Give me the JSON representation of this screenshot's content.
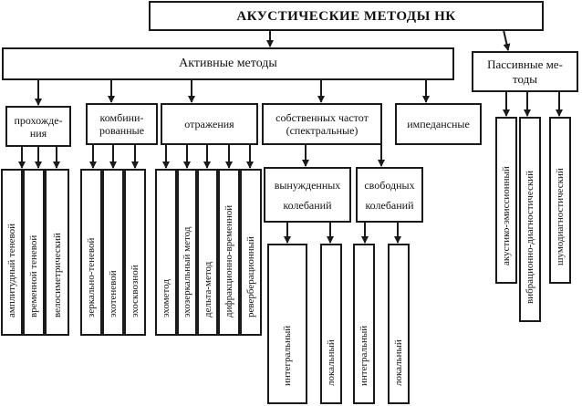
{
  "title": "АКУСТИЧЕСКИЕ МЕТОДЫ НК",
  "active": "Активные методы",
  "passive": "Пассивные ме-тоды",
  "groups": {
    "passage": "прохожде-ния",
    "combined": "комбини-рованные",
    "reflection": "отражения",
    "natural": "собственных частот (спектральные)",
    "impedance": "импедансные",
    "forced": "вынужденных колебаний",
    "free": "свободных колебаний"
  },
  "methods": {
    "amplitude_shadow": "амплитудный теневой",
    "time_shadow": "временной теневой",
    "velocimetric": "велосиметрический",
    "mirror_shadow": "зеркально-теневой",
    "echo_shadow": "эхотеневой",
    "echo_through": "эхосквозной",
    "echo": "эхометод",
    "echo_mirror": "эхозеркальный метод",
    "delta": "дельта-метод",
    "diffraction_time": "дифракционно-временной",
    "reverberation": "реверберационный",
    "forced_integral": "интегральный",
    "forced_local": "локальный",
    "free_integral": "интегральный",
    "free_local": "локальный",
    "acoustic_emission": "акустико-эмиссионный",
    "vibro_diagnostic": "вибрационно-диагностический",
    "noise_diagnostic": "шумодиагностический"
  }
}
